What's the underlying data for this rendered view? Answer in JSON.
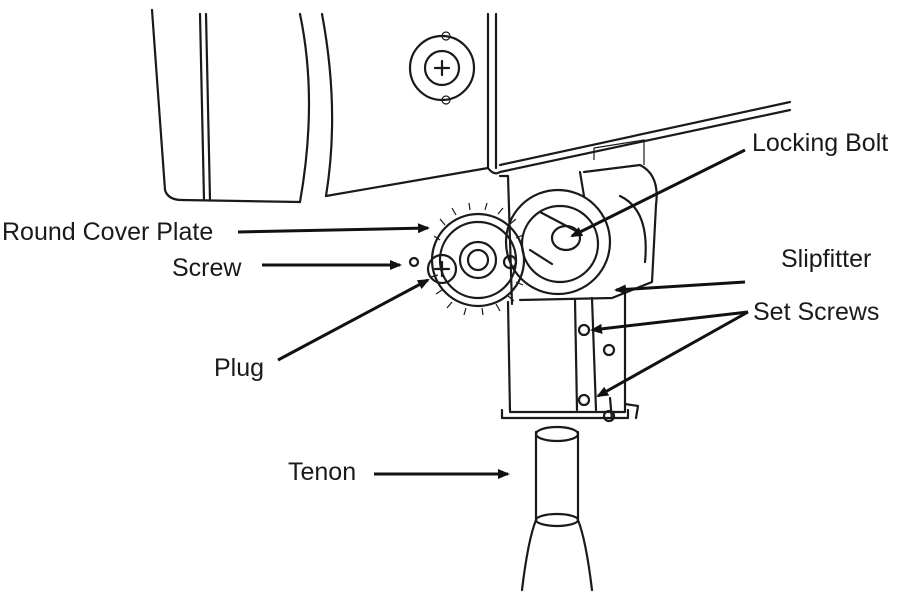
{
  "labels": {
    "locking_bolt": "Locking Bolt",
    "round_cover_plate": "Round Cover Plate",
    "screw": "Screw",
    "slipfitter": "Slipfitter",
    "set_screws": "Set Screws",
    "plug": "Plug",
    "tenon": "Tenon"
  },
  "colors": {
    "line": "#1a1a1a",
    "background": "#ffffff"
  }
}
